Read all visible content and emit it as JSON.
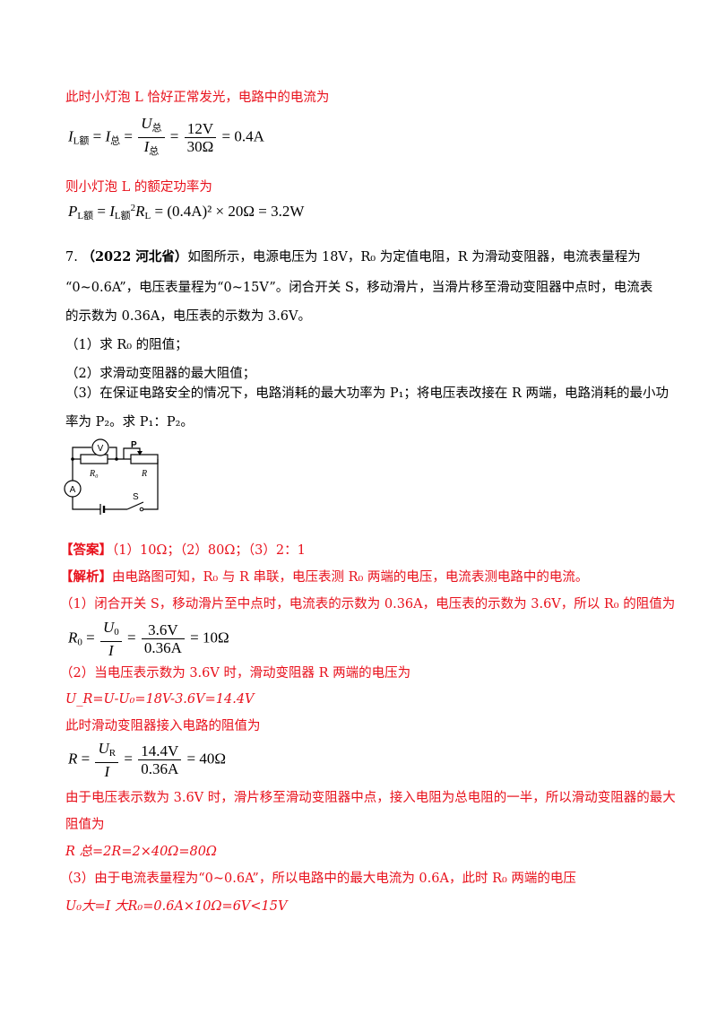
{
  "s1_text": "此时小灯泡 L 恰好正常发光，电路中的电流为",
  "eq1": {
    "lhs": "I",
    "lhs_sub": "L额",
    "eq_i": "I",
    "eq_i_sub": "总",
    "f1_num": "U",
    "f1_num_sub": "总",
    "f1_den": "I",
    "f1_den_sub": "总",
    "f2_num": "12V",
    "f2_den": "30Ω",
    "result": "= 0.4A"
  },
  "s2_text": "则小灯泡 L 的额定功率为",
  "eq2": {
    "p": "P",
    "p_sub": "L额",
    "i": "I",
    "i_sub": "L额",
    "sq": "2",
    "r": "R",
    "r_sub": "L",
    "rest": "= (0.4A)² × 20Ω = 3.2W"
  },
  "q7": {
    "number": "7.",
    "source": "（2022 河北省）",
    "line1": "如图所示，电源电压为 18V，R₀ 为定值电阻，R 为滑动变阻器，电流表量程为",
    "line2": "“0~0.6A”，电压表量程为“0~15V”。闭合开关 S，移动滑片，当滑片移至滑动变阻器中点时，电流表",
    "line3": "的示数为 0.36A，电压表的示数为 3.6V。",
    "sub1": "（1）求 R₀ 的阻值；",
    "sub2": "（2）求滑动变阻器的最大阻值；",
    "sub3a": "（3）在保证电路安全的情况下，电路消耗的最大功率为 P₁；将电压表改接在 R 两端，电路消耗的最小功",
    "sub3b": "率为 P₂。求 P₁：P₂。"
  },
  "circuit": {
    "voltmeter": "V",
    "ammeter": "A",
    "slider": "P",
    "r0_label": "R₀",
    "r_label": "R",
    "switch": "S"
  },
  "answer": {
    "label": "【答案】",
    "text": "（1）10Ω；（2）80Ω；（3）2：1"
  },
  "analysis": {
    "label": "【解析】",
    "text": "由电路图可知，R₀ 与 R 串联，电压表测 R₀ 两端的电压，电流表测电路中的电流。",
    "p1": "（1）闭合开关 S，移动滑片至中点时，电流表的示数为 0.36A，电压表的示数为 3.6V，所以 R₀ 的阻值为",
    "eq3": {
      "lhs": "R",
      "lhs_sub": "0",
      "num": "U",
      "num_sub": "0",
      "den": "I",
      "num2": "3.6V",
      "den2": "0.36A",
      "result": "= 10Ω"
    },
    "p2": "（2）当电压表示数为 3.6V 时，滑动变阻器 R 两端的电压为",
    "eq4": "U_R=U-U₀=18V-3.6V=14.4V",
    "p3": "此时滑动变阻器接入电路的阻值为",
    "eq5": {
      "lhs": "R",
      "num": "U",
      "num_sub": "R",
      "den": "I",
      "num2": "14.4V",
      "den2": "0.36A",
      "result": "= 40Ω"
    },
    "p4a": "由于电压表示数为 3.6V 时，滑片移至滑动变阻器中点，接入电阻为总电阻的一半，所以滑动变阻器的最大",
    "p4b": "阻值为",
    "eq6": "R 总=2R=2×40Ω=80Ω",
    "p5": "（3）由于电流表量程为“0~0.6A”，所以电路中的最大电流为 0.6A，此时 R₀ 两端的电压",
    "eq7": "U₀大=I 大R₀=0.6A×10Ω=6V<15V"
  }
}
